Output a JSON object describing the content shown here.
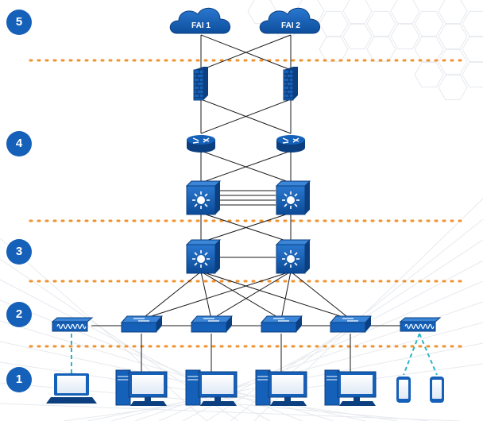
{
  "colors": {
    "device_blue": "#1560b8",
    "device_dark": "#0b3f80",
    "badge_blue": "#1560b8",
    "separator_orange": "#f0922e",
    "wifi_link": "#2bb5c8",
    "cable": "#1a1a1a",
    "background_pattern": "#e6e9ee"
  },
  "layers": [
    {
      "number": "5"
    },
    {
      "number": "4"
    },
    {
      "number": "3"
    },
    {
      "number": "2"
    },
    {
      "number": "1"
    }
  ],
  "isps": [
    {
      "label": "FAI 1",
      "icon": "cloud-icon"
    },
    {
      "label": "FAI 2",
      "icon": "cloud-icon"
    }
  ],
  "devices": {
    "firewalls": 2,
    "routers": 2,
    "core_switches": 2,
    "distribution_switches": 2,
    "access_switches": 4,
    "wireless_access_points": 2,
    "laptops": 1,
    "desktops": 4,
    "mobile_phones": 2
  }
}
